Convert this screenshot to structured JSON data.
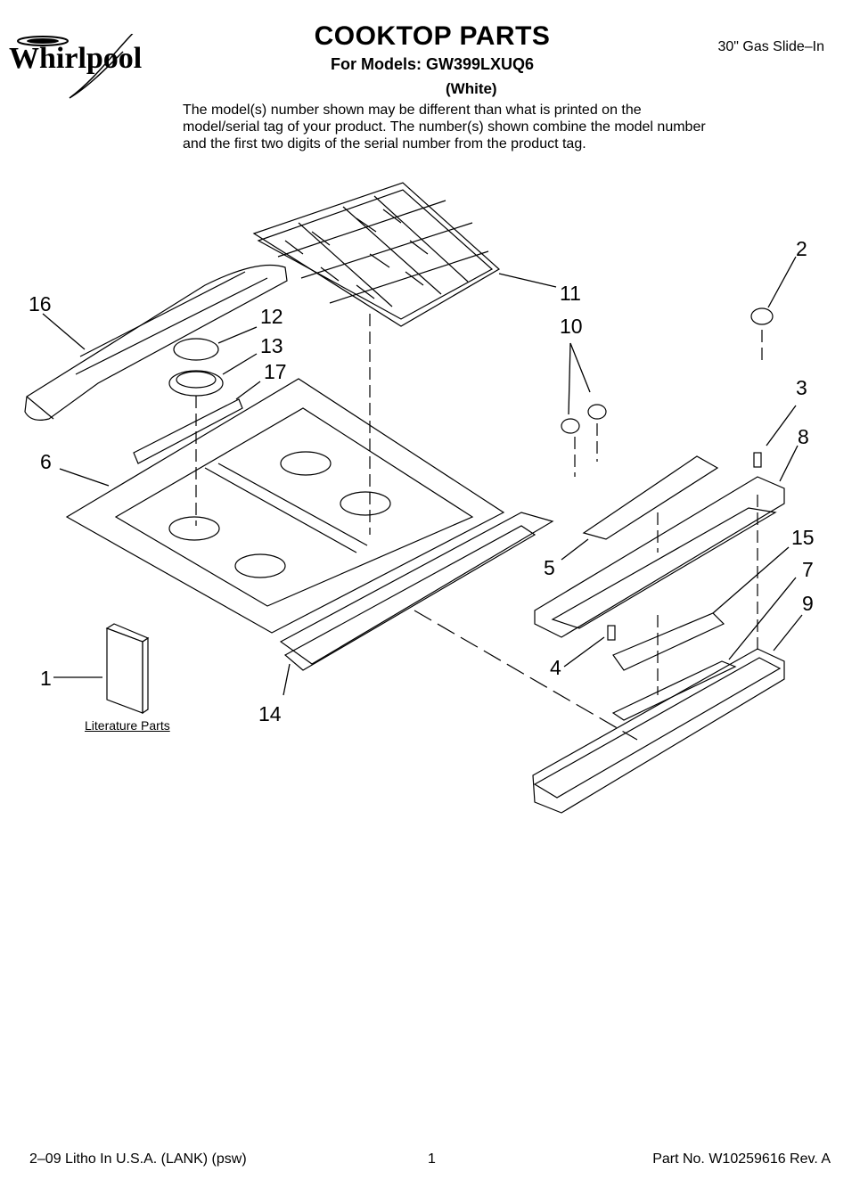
{
  "header": {
    "brand": "Whirlpool",
    "title": "COOKTOP PARTS",
    "models": "For Models: GW399LXUQ6",
    "variant": "(White)",
    "product_type": "30\" Gas Slide–In",
    "note": "The model(s) number shown may be different than what is printed on the model/serial tag of your product. The number(s) shown combine the model number and the first two digits of the serial number from the product tag."
  },
  "callouts": {
    "c1": "1",
    "c2": "2",
    "c3": "3",
    "c4": "4",
    "c5": "5",
    "c6": "6",
    "c7": "7",
    "c8": "8",
    "c9": "9",
    "c10": "10",
    "c11": "11",
    "c12": "12",
    "c13": "13",
    "c14": "14",
    "c15": "15",
    "c16": "16",
    "c17": "17"
  },
  "literature_caption": "Literature Parts",
  "footer": {
    "print_info": "2–09 Litho In U.S.A. (LANK) (psw)",
    "page_number": "1",
    "part_number": "Part No. W10259616 Rev. A"
  }
}
